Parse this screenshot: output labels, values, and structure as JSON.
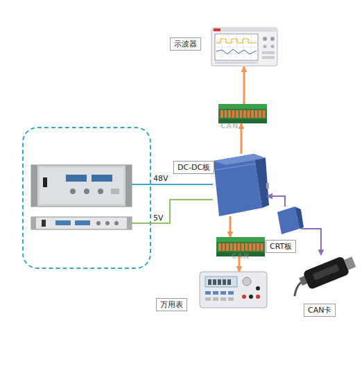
{
  "diagram": {
    "nodes": [
      {
        "text": [
          "示波器"
        ]
      },
      {
        "text": []
      },
      {
        "text": []
      },
      {
        "text": [],
        "in": 2
      },
      {
        "text": [],
        "in": 2
      },
      {
        "text": [
          "DC-DC板"
        ]
      },
      {
        "text": [
          "CRT板"
        ]
      },
      {
        "text": []
      },
      {
        "text": [
          "万用表"
        ]
      },
      {
        "text": [
          "CAN卡"
        ]
      }
    ],
    "edges": [
      {
        "from": 5,
        "to": 1,
        "arrow": "to"
      },
      {
        "from": 1,
        "to": 0,
        "arrow": "to"
      },
      {
        "from": 5,
        "to": 7,
        "arrow": "to"
      },
      {
        "from": 7,
        "to": 8,
        "arrow": "to"
      },
      {
        "from": 3,
        "to": 5,
        "arrow": "none",
        "label": "48V"
      },
      {
        "from": 4,
        "to": 5,
        "arrow": "none",
        "label": "5V"
      },
      {
        "from": 6,
        "to": 5,
        "arrow": "to"
      },
      {
        "from": 6,
        "to": 9,
        "arrow": "to"
      }
    ],
    "labels": [
      "CAN",
      "CAN"
    ]
  }
}
